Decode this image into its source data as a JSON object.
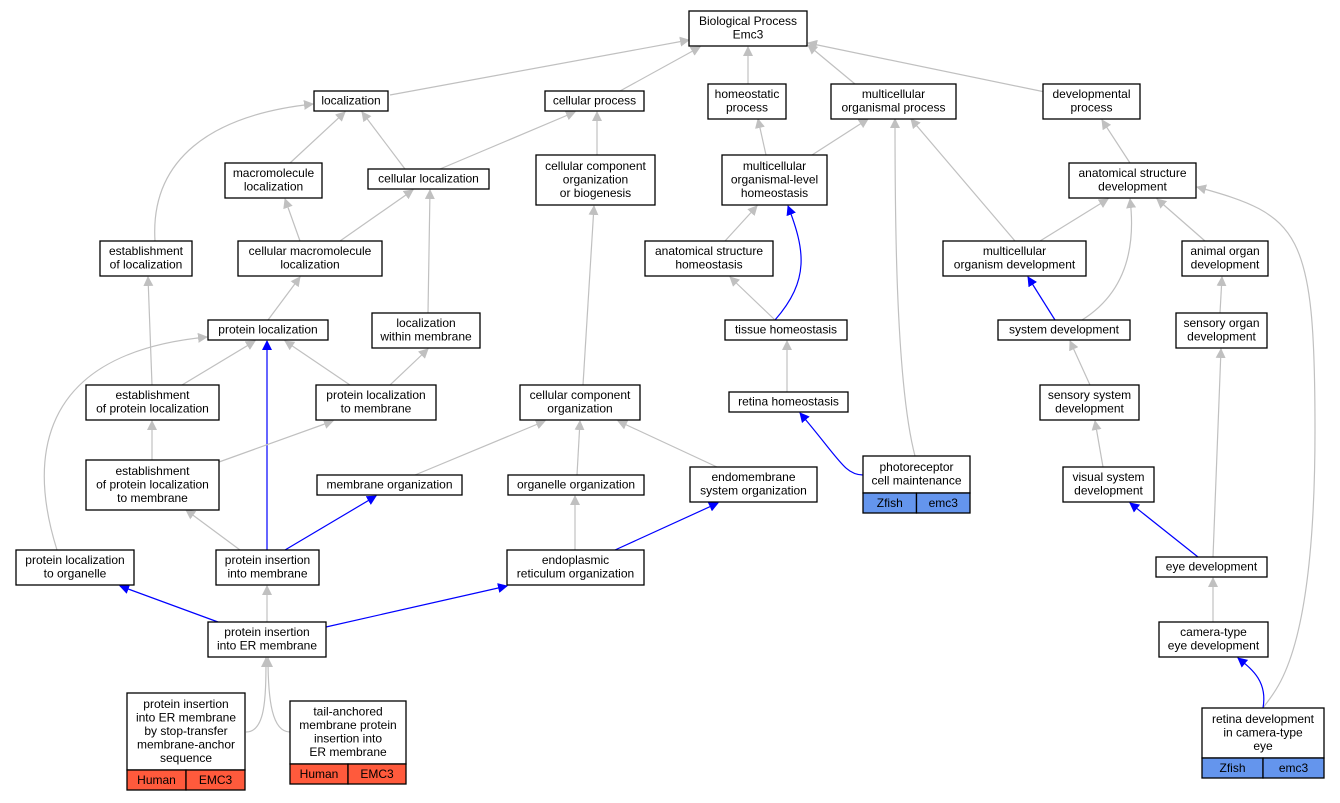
{
  "title": "Biological Process Emc3",
  "colors": {
    "gray_edge": "#c0c0c0",
    "blue_edge": "#0000ff",
    "human_cell": "#ff5a3c",
    "zfish_cell": "#6495ed"
  },
  "nodes": [
    {
      "id": "root",
      "lines": [
        "Biological Process",
        "Emc3"
      ]
    },
    {
      "id": "localization",
      "lines": [
        "localization"
      ]
    },
    {
      "id": "cellular_process",
      "lines": [
        "cellular process"
      ]
    },
    {
      "id": "homeostatic_process",
      "lines": [
        "homeostatic",
        "process"
      ]
    },
    {
      "id": "multicellular_organismal_process",
      "lines": [
        "multicellular",
        "organismal process"
      ]
    },
    {
      "id": "developmental_process",
      "lines": [
        "developmental",
        "process"
      ]
    },
    {
      "id": "macromolecule_localization",
      "lines": [
        "macromolecule",
        "localization"
      ]
    },
    {
      "id": "cellular_localization",
      "lines": [
        "cellular localization"
      ]
    },
    {
      "id": "cellular_component_org_or_biogenesis",
      "lines": [
        "cellular component",
        "organization",
        "or biogenesis"
      ]
    },
    {
      "id": "multicellular_organismal_level_homeostasis",
      "lines": [
        "multicellular",
        "organismal-level",
        "homeostasis"
      ]
    },
    {
      "id": "anatomical_structure_development",
      "lines": [
        "anatomical structure",
        "development"
      ]
    },
    {
      "id": "establishment_of_localization",
      "lines": [
        "establishment",
        "of localization"
      ]
    },
    {
      "id": "cellular_macromolecule_localization",
      "lines": [
        "cellular macromolecule",
        "localization"
      ]
    },
    {
      "id": "anatomical_structure_homeostasis",
      "lines": [
        "anatomical structure",
        "homeostasis"
      ]
    },
    {
      "id": "multicellular_organism_development",
      "lines": [
        "multicellular",
        "organism development"
      ]
    },
    {
      "id": "animal_organ_development",
      "lines": [
        "animal organ",
        "development"
      ]
    },
    {
      "id": "protein_localization",
      "lines": [
        "protein localization"
      ]
    },
    {
      "id": "localization_within_membrane",
      "lines": [
        "localization",
        "within membrane"
      ]
    },
    {
      "id": "tissue_homeostasis",
      "lines": [
        "tissue homeostasis"
      ]
    },
    {
      "id": "system_development",
      "lines": [
        "system development"
      ]
    },
    {
      "id": "sensory_organ_development",
      "lines": [
        "sensory organ",
        "development"
      ]
    },
    {
      "id": "establishment_of_protein_localization",
      "lines": [
        "establishment",
        "of protein localization"
      ]
    },
    {
      "id": "protein_localization_to_membrane",
      "lines": [
        "protein localization",
        "to membrane"
      ]
    },
    {
      "id": "cellular_component_organization",
      "lines": [
        "cellular component",
        "organization"
      ]
    },
    {
      "id": "retina_homeostasis",
      "lines": [
        "retina homeostasis"
      ]
    },
    {
      "id": "sensory_system_development",
      "lines": [
        "sensory system",
        "development"
      ]
    },
    {
      "id": "establishment_of_protein_localization_to_membrane",
      "lines": [
        "establishment",
        "of protein localization",
        "to membrane"
      ]
    },
    {
      "id": "membrane_organization",
      "lines": [
        "membrane organization"
      ]
    },
    {
      "id": "organelle_organization",
      "lines": [
        "organelle organization"
      ]
    },
    {
      "id": "endomembrane_system_organization",
      "lines": [
        "endomembrane",
        "system organization"
      ]
    },
    {
      "id": "photoreceptor_cell_maintenance",
      "lines": [
        "photoreceptor",
        "cell maintenance"
      ],
      "annotation": [
        "Zfish",
        "emc3"
      ],
      "species": "zfish"
    },
    {
      "id": "visual_system_development",
      "lines": [
        "visual system",
        "development"
      ]
    },
    {
      "id": "protein_localization_to_organelle",
      "lines": [
        "protein localization",
        "to organelle"
      ]
    },
    {
      "id": "protein_insertion_into_membrane",
      "lines": [
        "protein insertion",
        "into membrane"
      ]
    },
    {
      "id": "er_organization",
      "lines": [
        "endoplasmic",
        "reticulum organization"
      ]
    },
    {
      "id": "eye_development",
      "lines": [
        "eye development"
      ]
    },
    {
      "id": "protein_insertion_into_er_membrane",
      "lines": [
        "protein insertion",
        "into ER membrane"
      ]
    },
    {
      "id": "camera_type_eye_development",
      "lines": [
        "camera-type",
        "eye development"
      ]
    },
    {
      "id": "protein_insertion_stop_transfer",
      "lines": [
        "protein insertion",
        "into ER membrane",
        "by stop-transfer",
        "membrane-anchor",
        "sequence"
      ],
      "annotation": [
        "Human",
        "EMC3"
      ],
      "species": "human"
    },
    {
      "id": "tail_anchored_insertion",
      "lines": [
        "tail-anchored",
        "membrane protein",
        "insertion into",
        "ER membrane"
      ],
      "annotation": [
        "Human",
        "EMC3"
      ],
      "species": "human"
    },
    {
      "id": "retina_development_camera_type_eye",
      "lines": [
        "retina development",
        "in camera-type",
        "eye"
      ],
      "annotation": [
        "Zfish",
        "emc3"
      ],
      "species": "zfish"
    }
  ],
  "edges": [
    {
      "from": "localization",
      "to": "root",
      "color": "gray"
    },
    {
      "from": "cellular_process",
      "to": "root",
      "color": "gray"
    },
    {
      "from": "homeostatic_process",
      "to": "root",
      "color": "gray"
    },
    {
      "from": "multicellular_organismal_process",
      "to": "root",
      "color": "gray"
    },
    {
      "from": "developmental_process",
      "to": "root",
      "color": "gray"
    },
    {
      "from": "macromolecule_localization",
      "to": "localization",
      "color": "gray"
    },
    {
      "from": "cellular_localization",
      "to": "localization",
      "color": "gray"
    },
    {
      "from": "establishment_of_localization",
      "to": "localization",
      "color": "gray"
    },
    {
      "from": "cellular_localization",
      "to": "cellular_process",
      "color": "gray"
    },
    {
      "from": "cellular_component_org_or_biogenesis",
      "to": "cellular_process",
      "color": "gray"
    },
    {
      "from": "multicellular_organismal_level_homeostasis",
      "to": "homeostatic_process",
      "color": "gray"
    },
    {
      "from": "multicellular_organismal_level_homeostasis",
      "to": "multicellular_organismal_process",
      "color": "gray"
    },
    {
      "from": "multicellular_organism_development",
      "to": "multicellular_organismal_process",
      "color": "gray"
    },
    {
      "from": "photoreceptor_cell_maintenance",
      "to": "multicellular_organismal_process",
      "color": "gray"
    },
    {
      "from": "anatomical_structure_development",
      "to": "developmental_process",
      "color": "gray"
    },
    {
      "from": "cellular_macromolecule_localization",
      "to": "macromolecule_localization",
      "color": "gray"
    },
    {
      "from": "cellular_macromolecule_localization",
      "to": "cellular_localization",
      "color": "gray"
    },
    {
      "from": "localization_within_membrane",
      "to": "cellular_localization",
      "color": "gray"
    },
    {
      "from": "cellular_component_organization",
      "to": "cellular_component_org_or_biogenesis",
      "color": "gray"
    },
    {
      "from": "anatomical_structure_homeostasis",
      "to": "multicellular_organismal_level_homeostasis",
      "color": "gray"
    },
    {
      "from": "tissue_homeostasis",
      "to": "multicellular_organismal_level_homeostasis",
      "color": "blue"
    },
    {
      "from": "multicellular_organism_development",
      "to": "anatomical_structure_development",
      "color": "gray"
    },
    {
      "from": "system_development",
      "to": "anatomical_structure_development",
      "color": "gray"
    },
    {
      "from": "animal_organ_development",
      "to": "anatomical_structure_development",
      "color": "gray"
    },
    {
      "from": "retina_development_camera_type_eye",
      "to": "anatomical_structure_development",
      "color": "gray"
    },
    {
      "from": "establishment_of_protein_localization",
      "to": "establishment_of_localization",
      "color": "gray"
    },
    {
      "from": "protein_localization",
      "to": "cellular_macromolecule_localization",
      "color": "gray"
    },
    {
      "from": "tissue_homeostasis",
      "to": "anatomical_structure_homeostasis",
      "color": "gray"
    },
    {
      "from": "system_development",
      "to": "multicellular_organism_development",
      "color": "blue"
    },
    {
      "from": "sensory_organ_development",
      "to": "animal_organ_development",
      "color": "gray"
    },
    {
      "from": "establishment_of_protein_localization",
      "to": "protein_localization",
      "color": "gray"
    },
    {
      "from": "protein_localization_to_membrane",
      "to": "protein_localization",
      "color": "gray"
    },
    {
      "from": "protein_localization_to_organelle",
      "to": "protein_localization",
      "color": "gray"
    },
    {
      "from": "protein_insertion_into_membrane",
      "to": "protein_localization",
      "color": "blue"
    },
    {
      "from": "protein_localization_to_membrane",
      "to": "localization_within_membrane",
      "color": "gray"
    },
    {
      "from": "retina_homeostasis",
      "to": "tissue_homeostasis",
      "color": "gray"
    },
    {
      "from": "sensory_system_development",
      "to": "system_development",
      "color": "gray"
    },
    {
      "from": "eye_development",
      "to": "sensory_organ_development",
      "color": "gray"
    },
    {
      "from": "establishment_of_protein_localization_to_membrane",
      "to": "establishment_of_protein_localization",
      "color": "gray"
    },
    {
      "from": "establishment_of_protein_localization_to_membrane",
      "to": "protein_localization_to_membrane",
      "color": "gray"
    },
    {
      "from": "membrane_organization",
      "to": "cellular_component_organization",
      "color": "gray"
    },
    {
      "from": "organelle_organization",
      "to": "cellular_component_organization",
      "color": "gray"
    },
    {
      "from": "endomembrane_system_organization",
      "to": "cellular_component_organization",
      "color": "gray"
    },
    {
      "from": "photoreceptor_cell_maintenance",
      "to": "retina_homeostasis",
      "color": "blue"
    },
    {
      "from": "visual_system_development",
      "to": "sensory_system_development",
      "color": "gray"
    },
    {
      "from": "protein_insertion_into_membrane",
      "to": "establishment_of_protein_localization_to_membrane",
      "color": "gray"
    },
    {
      "from": "protein_insertion_into_membrane",
      "to": "membrane_organization",
      "color": "blue"
    },
    {
      "from": "er_organization",
      "to": "organelle_organization",
      "color": "gray"
    },
    {
      "from": "er_organization",
      "to": "endomembrane_system_organization",
      "color": "blue"
    },
    {
      "from": "eye_development",
      "to": "visual_system_development",
      "color": "blue"
    },
    {
      "from": "protein_insertion_into_er_membrane",
      "to": "protein_localization_to_organelle",
      "color": "blue"
    },
    {
      "from": "protein_insertion_into_er_membrane",
      "to": "protein_insertion_into_membrane",
      "color": "gray"
    },
    {
      "from": "protein_insertion_into_er_membrane",
      "to": "er_organization",
      "color": "blue"
    },
    {
      "from": "camera_type_eye_development",
      "to": "eye_development",
      "color": "gray"
    },
    {
      "from": "retina_development_camera_type_eye",
      "to": "camera_type_eye_development",
      "color": "blue"
    },
    {
      "from": "protein_insertion_stop_transfer",
      "to": "protein_insertion_into_er_membrane",
      "color": "gray"
    },
    {
      "from": "tail_anchored_insertion",
      "to": "protein_insertion_into_er_membrane",
      "color": "gray"
    }
  ]
}
